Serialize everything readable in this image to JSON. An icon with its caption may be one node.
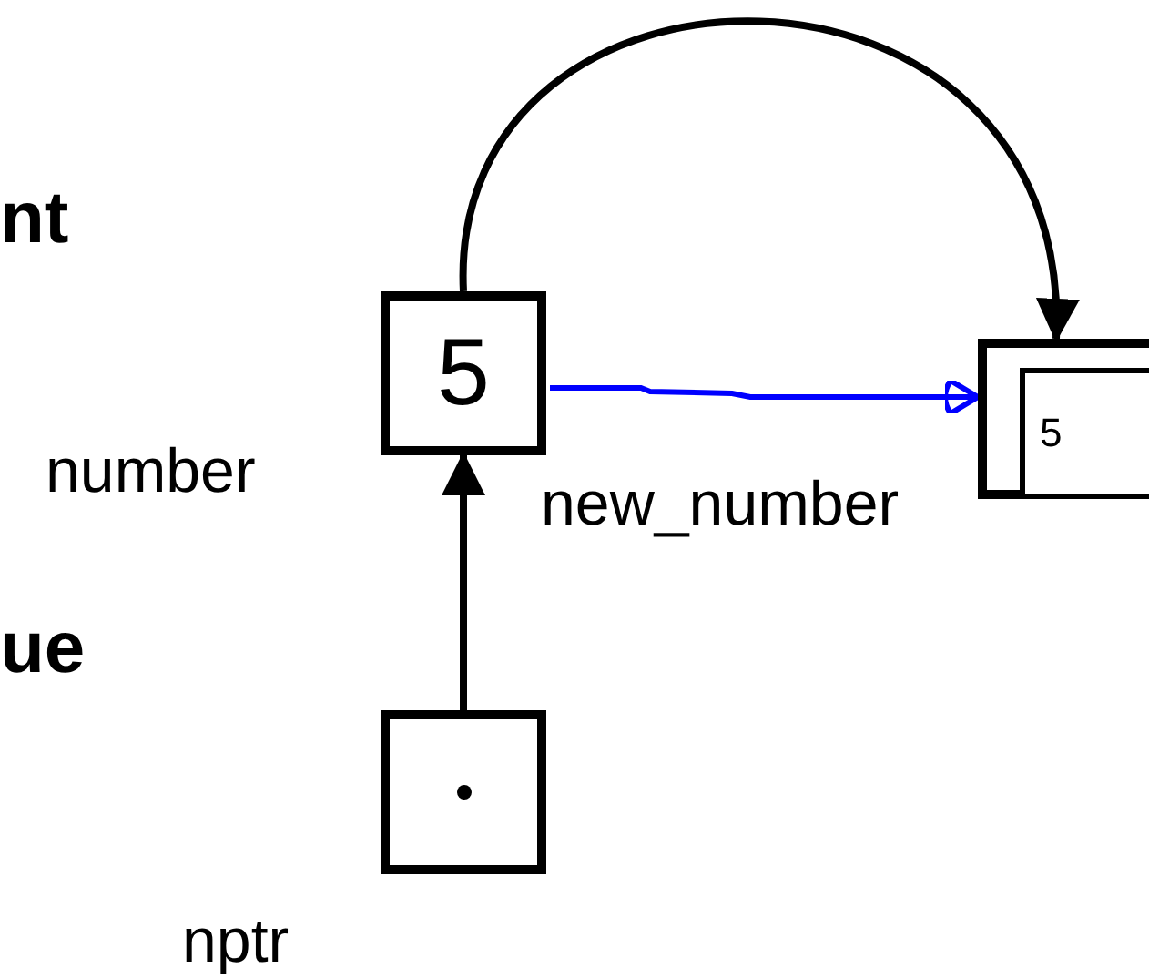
{
  "diagram": {
    "nodes": [
      {
        "text": [
          "5"
        ],
        "beside": [
          "number"
        ]
      },
      {
        "text": [],
        "shape": "box"
      },
      {
        "text": [
          "5"
        ],
        "in": 1
      },
      {
        "text": [],
        "shape": "box",
        "beside": [
          "nptr"
        ]
      }
    ],
    "edges": [
      {
        "from": 0,
        "to": 1,
        "arrow": "to"
      },
      {
        "from": 0,
        "to": 1,
        "arrow": "to",
        "color": "#0000ff"
      },
      {
        "from": 3,
        "to": 0,
        "arrow": "to"
      }
    ],
    "labels": [
      "nt",
      "new_number",
      "ue"
    ]
  }
}
